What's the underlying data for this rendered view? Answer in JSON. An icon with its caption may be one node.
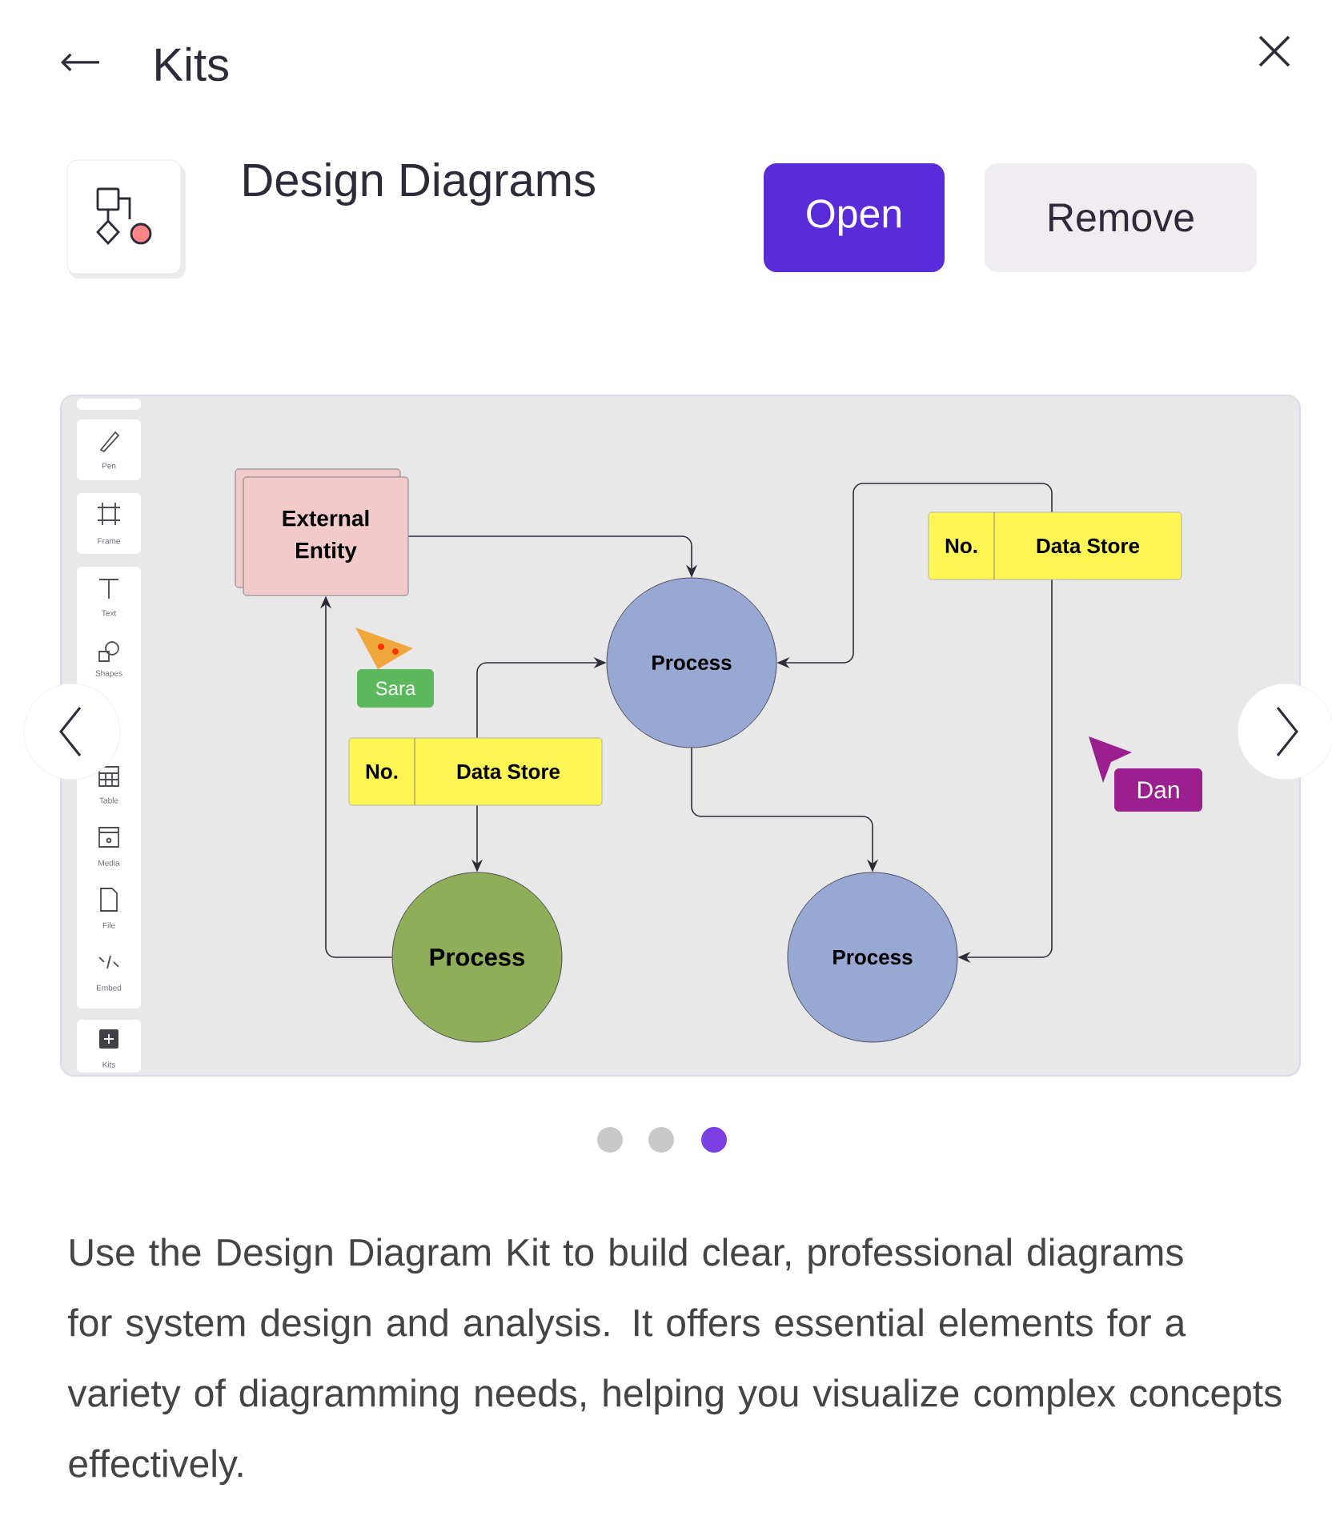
{
  "diagram": {
    "title": "Kits",
    "caption": "Use the Design Diagram Kit to build clear, professional diagrams for system design and analysis. It offers essential elements for a variety of diagramming needs, helping you visualize complex concepts effectively.",
    "nodes": [
      {
        "text": [
          "External Entity"
        ]
      },
      {
        "text": [
          "Process"
        ]
      },
      {
        "text": [
          "No.",
          "Data Store"
        ]
      },
      {
        "text": [
          "Process"
        ]
      },
      {
        "text": [
          "No.",
          "Data Store"
        ]
      },
      {
        "text": [
          "Process"
        ]
      }
    ],
    "edges": [
      {
        "from": 0,
        "to": 1,
        "arrow": "to"
      },
      {
        "from": 2,
        "to": 1,
        "arrow": "to"
      },
      {
        "from": 2,
        "to": 3,
        "arrow": "to"
      },
      {
        "from": 3,
        "to": 0,
        "arrow": "to"
      },
      {
        "from": 4,
        "to": 1,
        "arrow": "to"
      },
      {
        "from": 4,
        "to": 5,
        "arrow": "to"
      },
      {
        "from": 1,
        "to": 5,
        "arrow": "to"
      }
    ],
    "labels": [
      "Design Diagrams",
      "Open",
      "Remove",
      "Pen",
      "Frame",
      "Text",
      "Shapes",
      "Table",
      "Media",
      "File",
      "Embed",
      "Kits",
      "Sara",
      "Dan"
    ]
  }
}
